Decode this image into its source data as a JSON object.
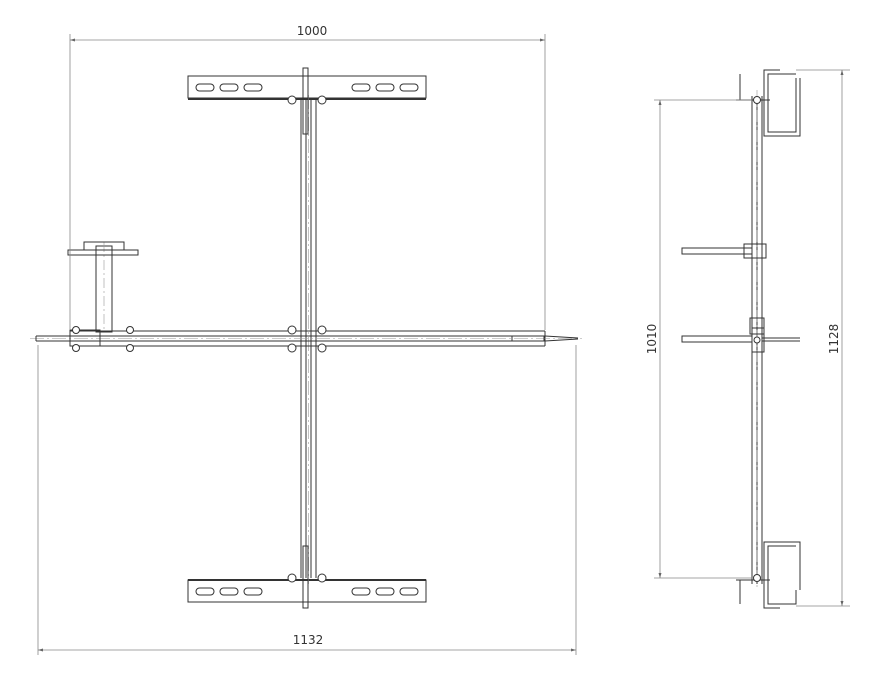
{
  "dimensions": {
    "top_width": "1000",
    "bottom_width": "1132",
    "side_inner_height": "1010",
    "side_outer_height": "1128"
  },
  "colors": {
    "line": "#333333",
    "dimension_line": "#888888",
    "background": "#ffffff"
  }
}
